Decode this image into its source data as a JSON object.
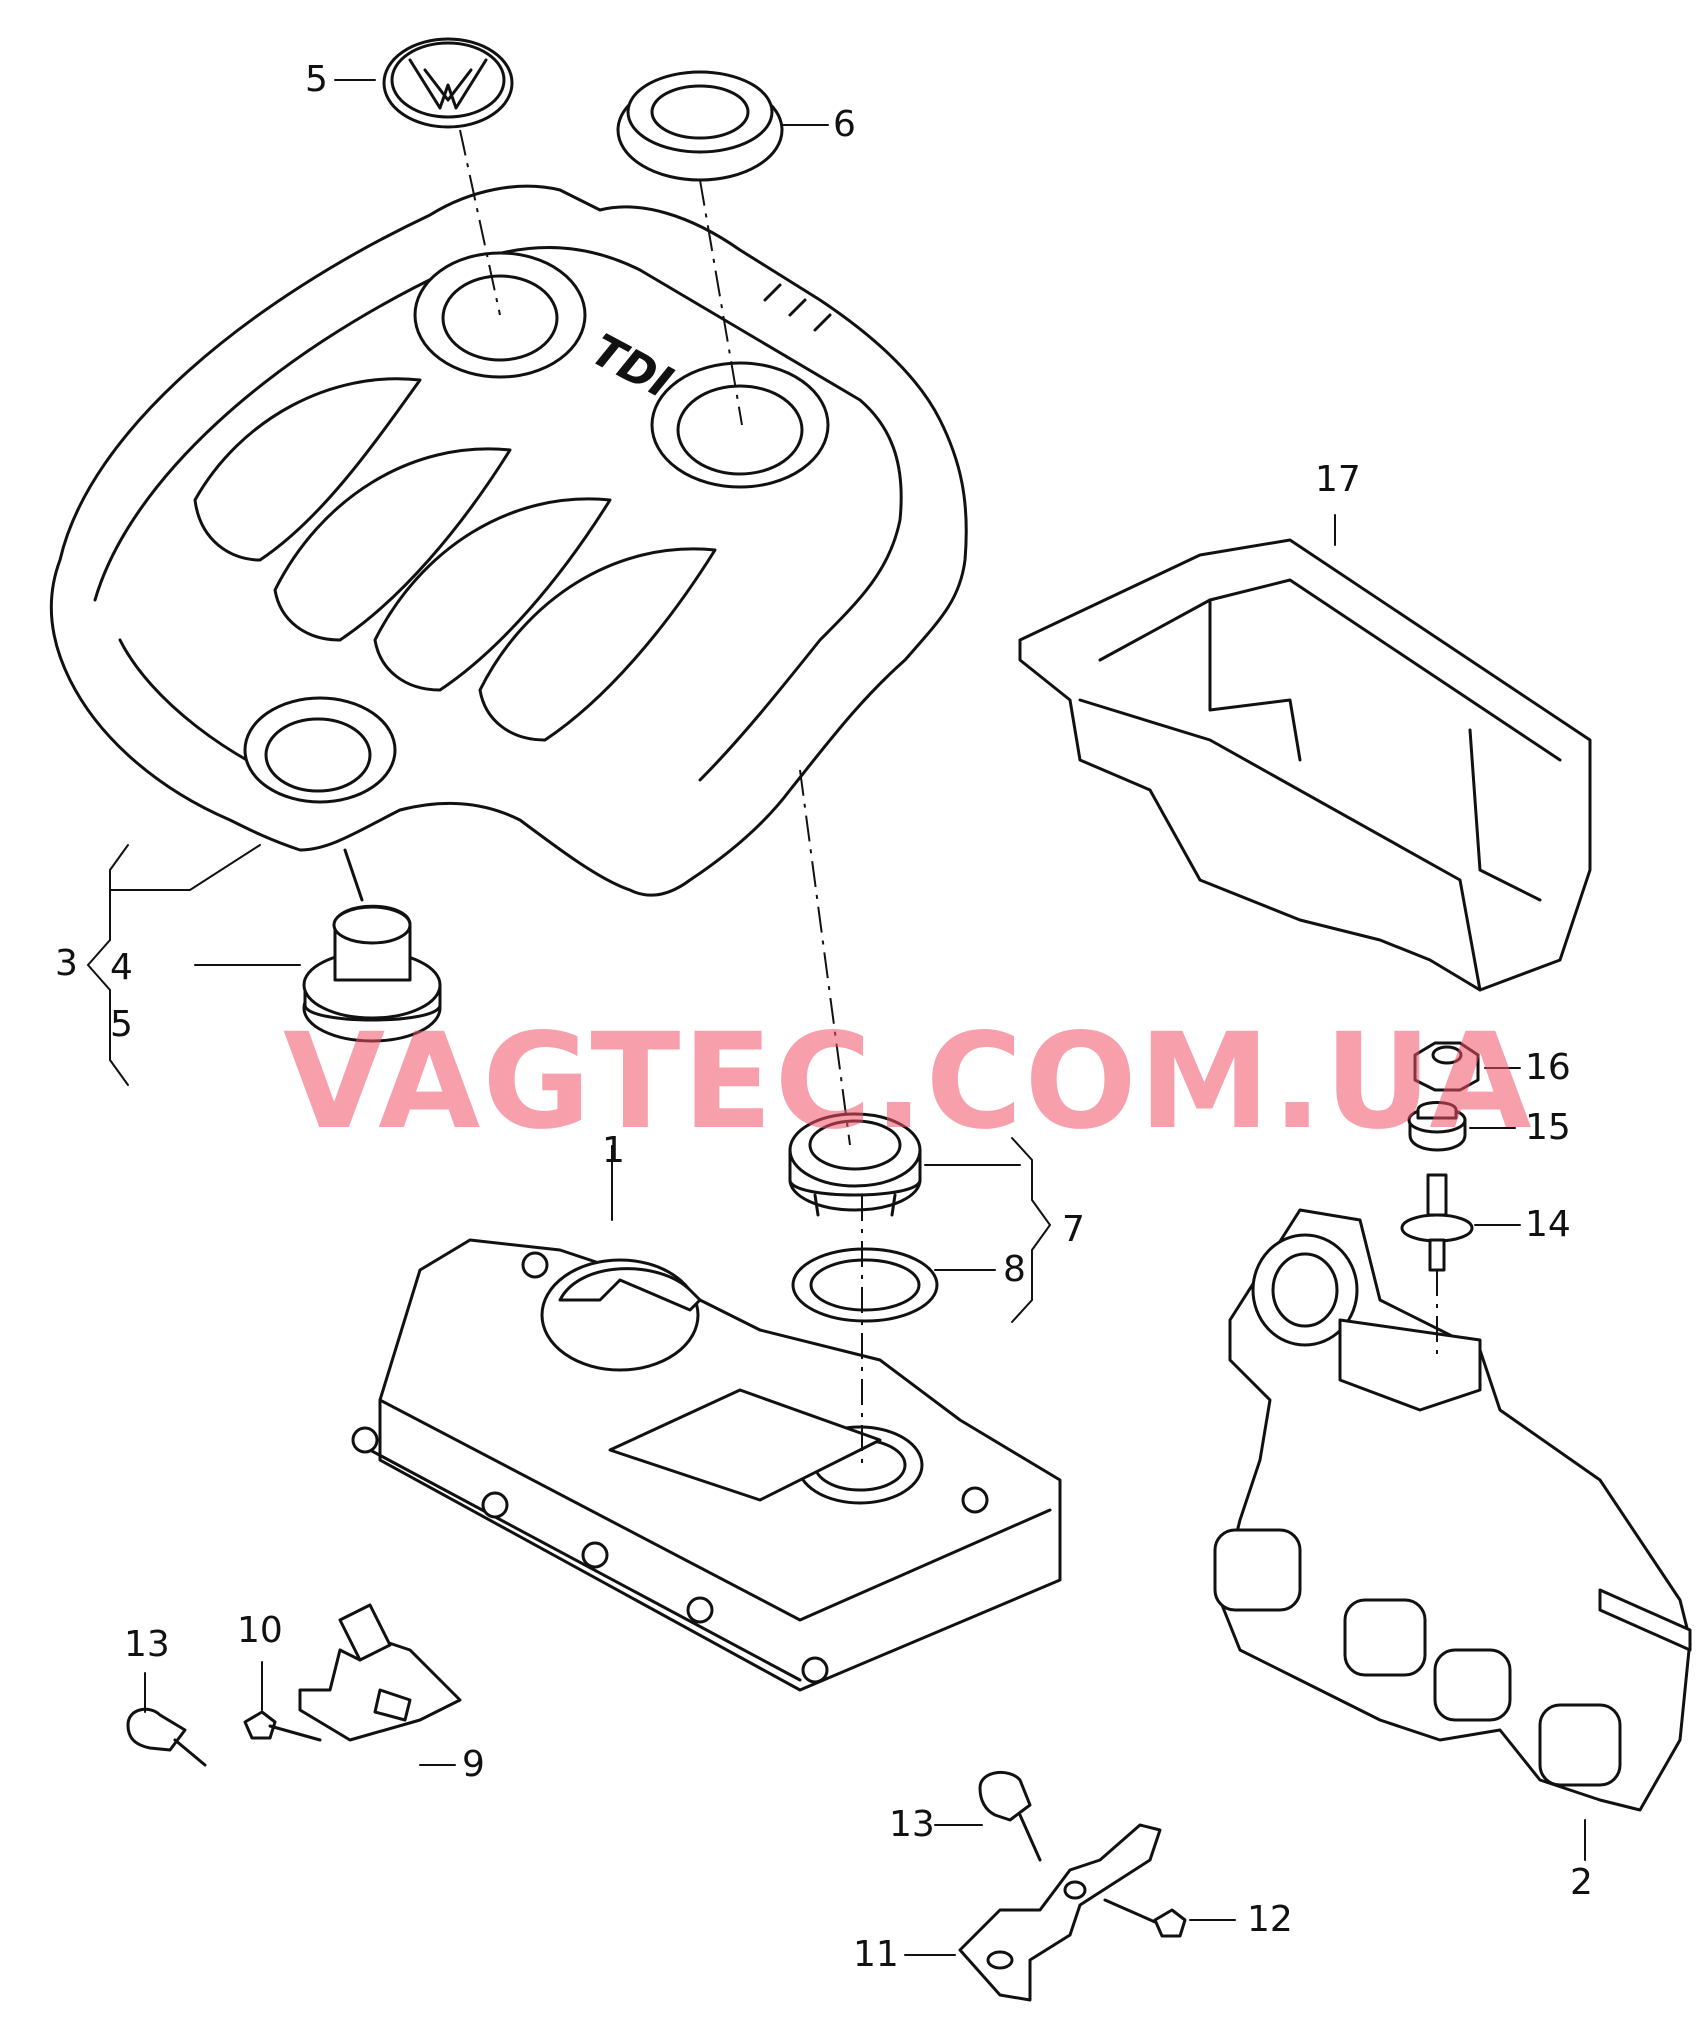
{
  "watermark": {
    "text": "VAGTEC.COM.UA"
  },
  "parts": [
    {
      "id": "cover",
      "callout": "3"
    },
    {
      "id": "cover-grommet",
      "callout": "4"
    },
    {
      "id": "cover-grommet-group",
      "callout": "5"
    },
    {
      "id": "emblem",
      "callout": "5"
    },
    {
      "id": "filler-cap-grommet",
      "callout": "6"
    },
    {
      "id": "cylinder-head-cover",
      "callout": "1"
    },
    {
      "id": "filler-cap",
      "callout": "7"
    },
    {
      "id": "seal-ring",
      "callout": "8"
    },
    {
      "id": "exhaust-manifold",
      "callout": "2"
    },
    {
      "id": "insulation-mat",
      "callout": "17"
    },
    {
      "id": "nut",
      "callout": "16"
    },
    {
      "id": "rubber-mount",
      "callout": "15"
    },
    {
      "id": "stud",
      "callout": "14"
    },
    {
      "id": "bracket-left",
      "callout": "9"
    },
    {
      "id": "bolt-left",
      "callout": "10"
    },
    {
      "id": "ball-stud-left",
      "callout": "13"
    },
    {
      "id": "bracket-right",
      "callout": "11"
    },
    {
      "id": "bolt-right",
      "callout": "12"
    },
    {
      "id": "ball-stud-right",
      "callout": "13"
    }
  ],
  "cover_badge": {
    "text": "TDI"
  }
}
